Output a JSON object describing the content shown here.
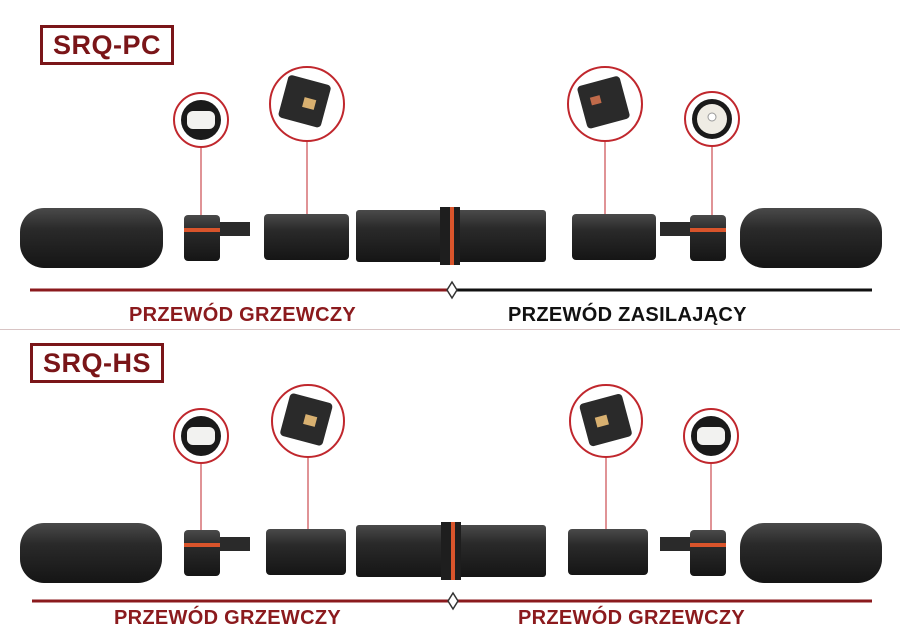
{
  "colors": {
    "accent": "#7a1518",
    "line_red": "#8b1a1d",
    "line_black": "#111111",
    "part": "#2a2a2a",
    "seal": "#d9542b"
  },
  "panels": [
    {
      "model": "SRQ-PC",
      "left_caption": "PRZEWÓD GRZEWCZY",
      "right_caption": "PRZEWÓD ZASILAJĄCY",
      "right_line_color": "#111111"
    },
    {
      "model": "SRQ-HS",
      "left_caption": "PRZEWÓD GRZEWCZY",
      "right_caption": "PRZEWÓD GRZEWCZY",
      "right_line_color": "#8b1a1d"
    }
  ]
}
